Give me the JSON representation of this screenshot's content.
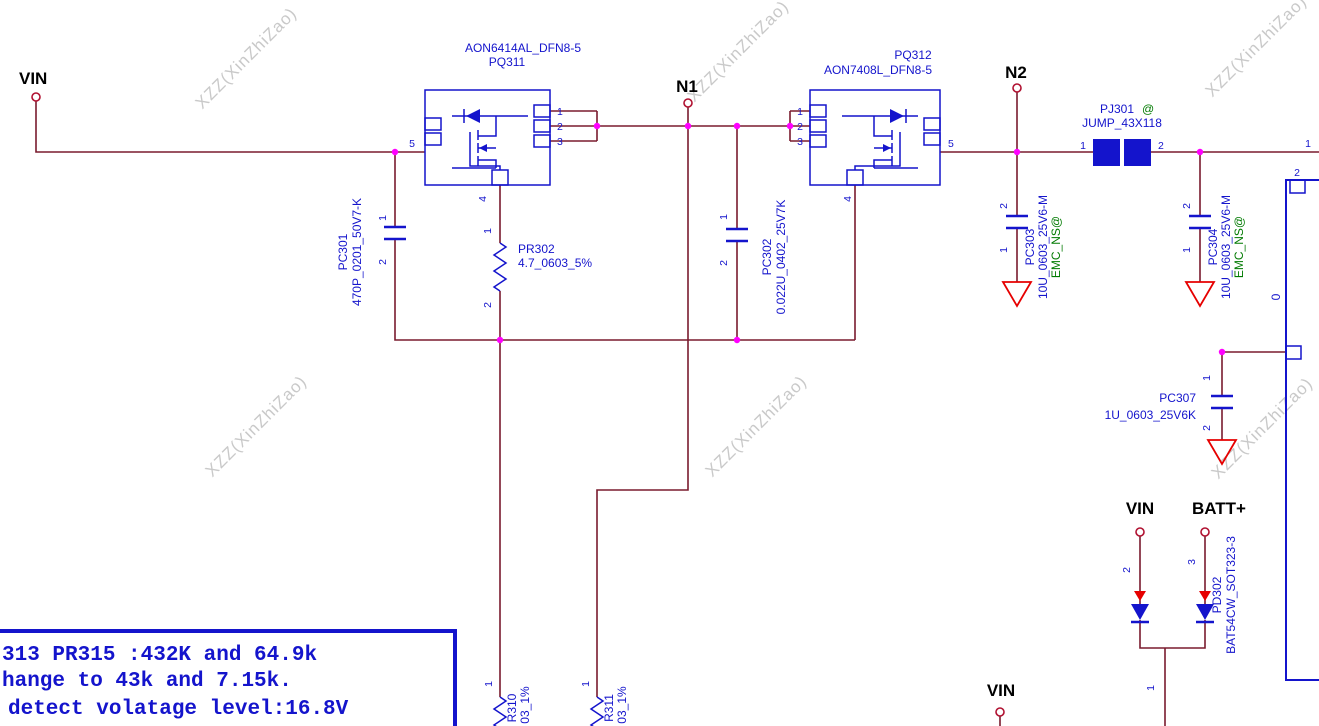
{
  "watermark": {
    "text": "XZZ(XinZhiZao)"
  },
  "nets": {
    "vin_top": "VIN",
    "n1": "N1",
    "n2": "N2",
    "vin_mid": "VIN",
    "batt": "BATT+",
    "vin_bottom": "VIN"
  },
  "pq311": {
    "part": "AON6414AL_DFN8-5",
    "ref": "PQ311",
    "pin1": "1",
    "pin2": "2",
    "pin3": "3",
    "pin4": "4",
    "pin5": "5"
  },
  "pq312": {
    "ref": "PQ312",
    "part": "AON7408L_DFN8-5",
    "pin1": "1",
    "pin2": "2",
    "pin3": "3",
    "pin4": "4",
    "pin5": "5"
  },
  "pj301": {
    "ref": "PJ301",
    "at": "@",
    "part": "JUMP_43X118",
    "pin1": "1",
    "pin2": "2"
  },
  "pc301": {
    "ref": "PC301",
    "value": "470P_0201_50V7-K",
    "pin1": "1",
    "pin2": "2"
  },
  "pr302": {
    "ref": "PR302",
    "value": "4.7_0603_5%",
    "pin1": "1",
    "pin2": "2"
  },
  "pc302": {
    "ref": "PC302",
    "value": "0.022U_0402_25V7K",
    "pin1": "1",
    "pin2": "2"
  },
  "pc303": {
    "ref": "PC303",
    "value": "10U_0603_25V6-M",
    "note": "EMC_NS@",
    "pin_top": "2",
    "pin_bottom": "1"
  },
  "pc304": {
    "ref": "PC304",
    "value": "10U_0603_25V6-M",
    "note": "EMC_NS@",
    "pin_top": "2",
    "pin_bottom": "1"
  },
  "pc307": {
    "ref": "PC307",
    "value": "1U_0603_25V6K",
    "pin_top": "1",
    "pin_bottom": "2"
  },
  "pd302": {
    "ref": "PD302",
    "part": "BAT54CW_SOT323-3",
    "pin1": "1",
    "pin2": "2",
    "pin3": "3"
  },
  "pr310": {
    "ref": "R310",
    "value": "03_1%",
    "pin1": "1"
  },
  "pr311": {
    "ref": "R311",
    "value": "03_1%",
    "pin1": "1"
  },
  "right_part": {
    "pin1": "1",
    "pin2": "2",
    "fragment": "0"
  },
  "note": {
    "line1": "313  PR315 :432K and 64.9k",
    "line2": "hange to 43k and 7.15k.",
    "line3": "detect  volatage  level:16.8V"
  },
  "colors": {
    "wire": "#7a1b2e",
    "component": "#1414cc",
    "ground": "#e60000",
    "junction": "#ff00ff",
    "net_label": "#000000",
    "emc_green": "#007a00",
    "watermark": "#c9c9c9",
    "note_blue": "#1414cc"
  }
}
